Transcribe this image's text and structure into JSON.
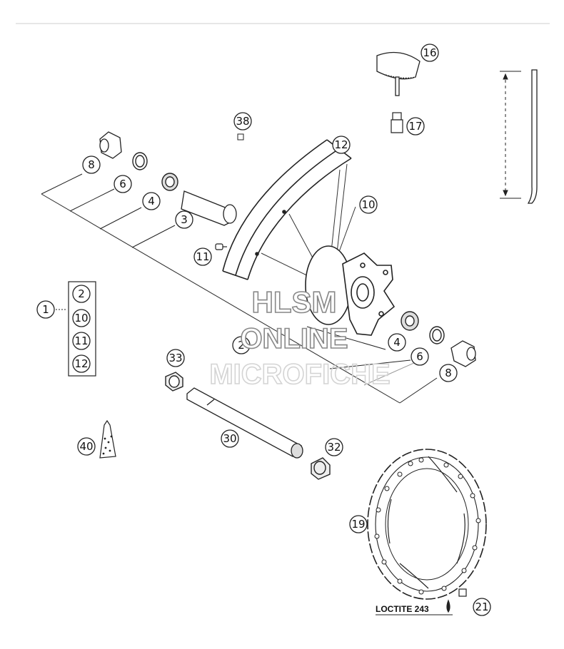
{
  "callouts": {
    "c1": "1",
    "c2a": "2",
    "c2b": "2",
    "c3": "3",
    "c4a": "4",
    "c4b": "4",
    "c6a": "6",
    "c6b": "6",
    "c8a": "8",
    "c8b": "8",
    "c10": "10",
    "c11": "11",
    "c12": "12",
    "c16": "16",
    "c17": "17",
    "c19": "19",
    "c21": "21",
    "c30": "30",
    "c32": "32",
    "c33": "33",
    "c38": "38",
    "c40": "40"
  },
  "kit_box": [
    "2",
    "10",
    "11",
    "12"
  ],
  "loctite_label": "LOCTITE 243",
  "watermark": {
    "line1": "HLSM",
    "line2": "ONLINE",
    "line3": "MICROFICHE"
  }
}
